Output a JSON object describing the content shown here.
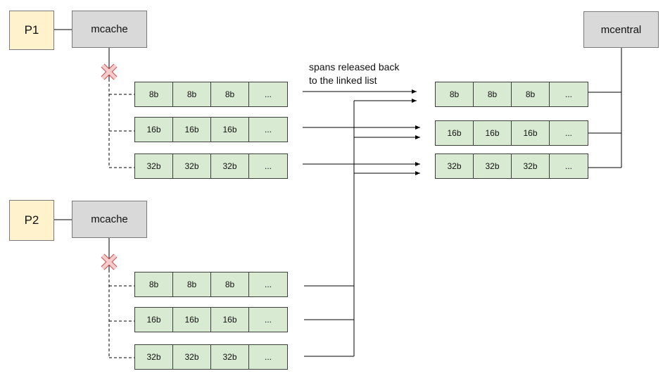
{
  "processors": {
    "p1": "P1",
    "p2": "P2"
  },
  "caches": {
    "mcache1": "mcache",
    "mcache2": "mcache",
    "mcentral": "mcentral"
  },
  "note": {
    "line1": "spans released back",
    "line2": "to the linked list"
  },
  "span_lists": [
    {
      "group": "p1",
      "cells": [
        "8b",
        "8b",
        "8b",
        "..."
      ]
    },
    {
      "group": "p1",
      "cells": [
        "16b",
        "16b",
        "16b",
        "..."
      ]
    },
    {
      "group": "p1",
      "cells": [
        "32b",
        "32b",
        "32b",
        "..."
      ]
    },
    {
      "group": "p2",
      "cells": [
        "8b",
        "8b",
        "8b",
        "..."
      ]
    },
    {
      "group": "p2",
      "cells": [
        "16b",
        "16b",
        "16b",
        "..."
      ]
    },
    {
      "group": "p2",
      "cells": [
        "32b",
        "32b",
        "32b",
        "..."
      ]
    },
    {
      "group": "mcentral",
      "cells": [
        "8b",
        "8b",
        "8b",
        "..."
      ]
    },
    {
      "group": "mcentral",
      "cells": [
        "16b",
        "16b",
        "16b",
        "..."
      ]
    },
    {
      "group": "mcentral",
      "cells": [
        "32b",
        "32b",
        "32b",
        "..."
      ]
    }
  ],
  "colors": {
    "processor": "#fff2cc",
    "cache": "#d9d9d9",
    "span": "#d9ead3",
    "detach_mark": "#f4cccc"
  }
}
